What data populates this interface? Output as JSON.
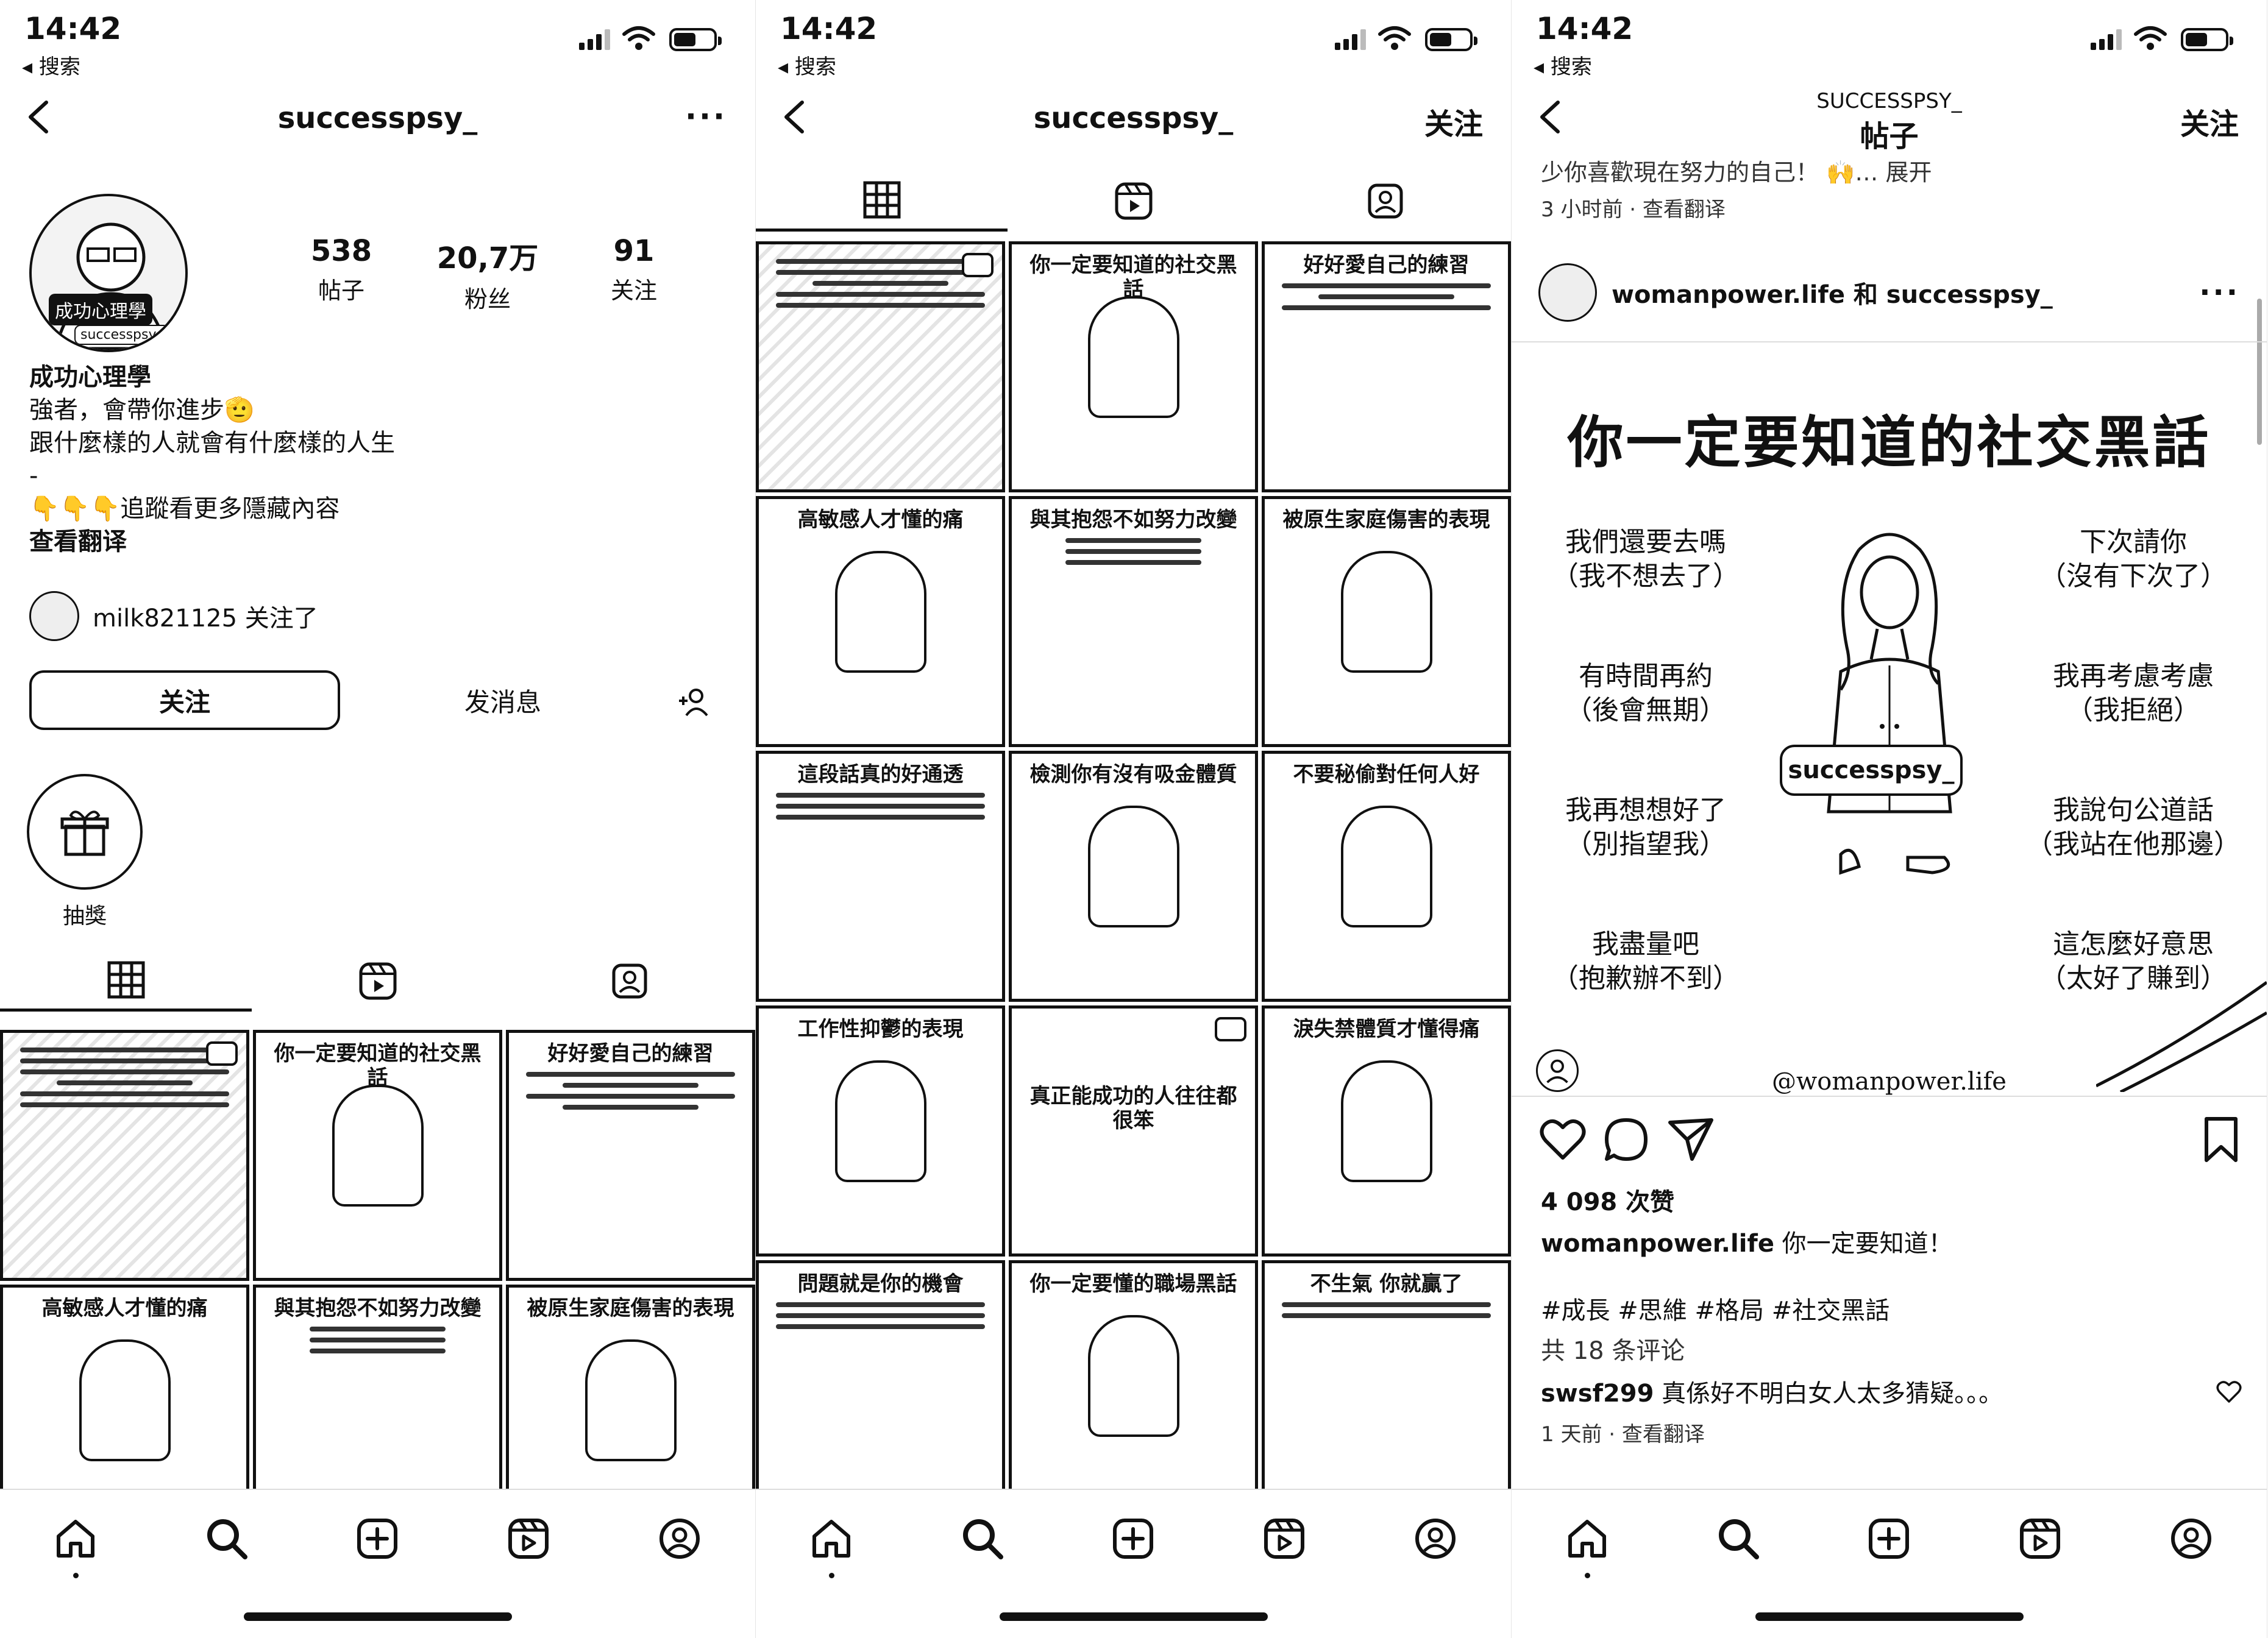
{
  "status": {
    "time": "14:42",
    "back_label": "◂ 搜索"
  },
  "profile": {
    "username": "successpsy_",
    "avatar_label": "成功心理學",
    "avatar_handle": "successpsy_",
    "stats": [
      {
        "num": "538",
        "label": "帖子"
      },
      {
        "num": "20,7万",
        "label": "粉丝"
      },
      {
        "num": "91",
        "label": "关注"
      }
    ],
    "name": "成功心理學",
    "bio_line1": "強者，會帶你進步🫡",
    "bio_line2": "跟什麼樣的人就會有什麼樣的人生",
    "bio_line3": "-",
    "bio_line4": "👇👇👇追蹤看更多隱藏內容",
    "translate": "查看翻译",
    "followed_by": "milk821125 关注了",
    "follow_button": "关注",
    "message_button": "发消息",
    "highlight_label": "抽獎"
  },
  "grid_posts": [
    {
      "title": "",
      "style": "noisy"
    },
    {
      "title": "你一定要知道的社交黑話"
    },
    {
      "title": "好好愛自己的練習"
    },
    {
      "title": "高敏感人才懂的痛"
    },
    {
      "title": "與其抱怨不如努力改變"
    },
    {
      "title": "被原生家庭傷害的表現"
    },
    {
      "title": "這段話真的好通透"
    },
    {
      "title": "檢測你有沒有吸金體質"
    },
    {
      "title": "不要秘偷對任何人好"
    },
    {
      "title": "工作性抑鬱的表現"
    },
    {
      "title": "真正能成功的人往往都很笨"
    },
    {
      "title": "淚失禁體質才懂得痛"
    },
    {
      "title": "問題就是你的機會"
    },
    {
      "title": "你一定要懂的職場黑話"
    },
    {
      "title": "不生氣 你就贏了"
    }
  ],
  "screen2": {
    "follow_label": "关注"
  },
  "post": {
    "nav_sub": "SUCCESSPSY_",
    "nav_title": "帖子",
    "follow_label": "关注",
    "caption_cut": "少你喜歡現在努力的自己！ 🙌… 展开",
    "time_ago": "3 小时前 · 查看翻译",
    "authors": "womanpower.life 和 successpsy_",
    "image_title": "你一定要知道的社交黑話",
    "image_items_left": [
      "我們還要去嗎\n（我不想去了）",
      "有時間再約\n（後會無期）",
      "我再想想好了\n（別指望我）",
      "我盡量吧\n（抱歉辦不到）"
    ],
    "image_items_right": [
      "下次請你\n（沒有下次了）",
      "我再考慮考慮\n（我拒絕）",
      "我說句公道話\n（我站在他那邊）",
      "這怎麼好意思\n（太好了賺到）"
    ],
    "image_tag": "successpsy_",
    "image_footer": "@womanpower.life",
    "likes": "4 098 次赞",
    "caption_user": "womanpower.life",
    "caption_text": " 你一定要知道！",
    "hashtags": "#成長 #思維 #格局 #社交黑話",
    "comments_count": "共 18 条评论",
    "comment_user": "swsf299",
    "comment_text": " 真係好不明白女人太多猜疑。。。",
    "comment_time": "1 天前 · 查看翻译"
  },
  "colors": {
    "ink": "#111111",
    "bg": "#ffffff"
  }
}
